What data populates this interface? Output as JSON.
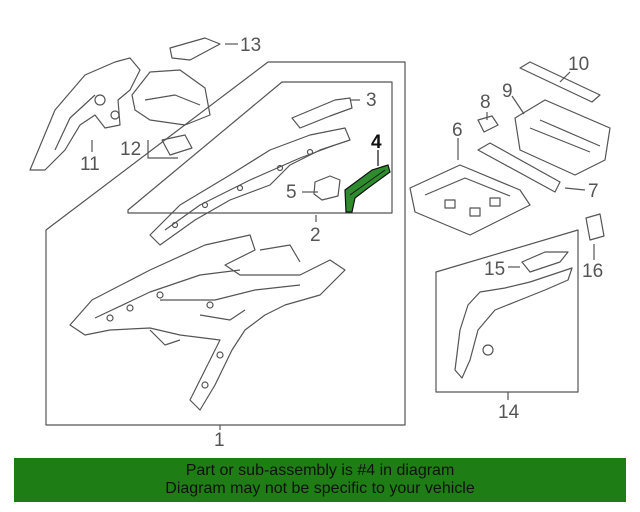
{
  "callouts": {
    "c1": "1",
    "c2": "2",
    "c3": "3",
    "c4": "4",
    "c5": "5",
    "c6": "6",
    "c7": "7",
    "c8": "8",
    "c9": "9",
    "c10": "10",
    "c11": "11",
    "c12": "12",
    "c13": "13",
    "c14": "14",
    "c15": "15",
    "c16": "16"
  },
  "highlight_part": "4",
  "colors": {
    "highlight_fill": "#2e8b2e",
    "line": "#555555",
    "banner_bg": "#1f7d15"
  },
  "banner": {
    "line1": "Part or sub-assembly is #4 in diagram",
    "line2": "Diagram may not be specific to your vehicle"
  }
}
